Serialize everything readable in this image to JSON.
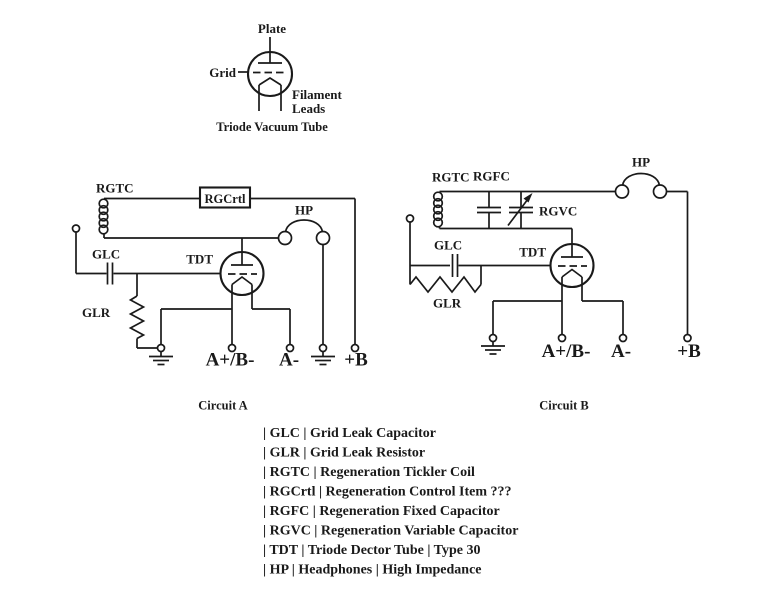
{
  "canvas": {
    "background_color": "#ffffff",
    "ink_color": "#1a1a1a"
  },
  "tube_diagram": {
    "plate_label": "Plate",
    "grid_label": "Grid",
    "filament_label_line1": "Filament",
    "filament_label_line2": "Leads",
    "caption": "Triode Vacuum Tube"
  },
  "circuit_a": {
    "caption": "Circuit A",
    "labels": {
      "rgtc": "RGTC",
      "rgcrtl": "RGCrtl",
      "hp": "HP",
      "glc": "GLC",
      "tdt": "TDT",
      "glr": "GLR",
      "term_a_plus_b_minus": "A+/B-",
      "term_a_minus": "A-",
      "term_plus_b": "+B"
    }
  },
  "circuit_b": {
    "caption": "Circuit B",
    "labels": {
      "rgtc": "RGTC",
      "rgfc": "RGFC",
      "rgvc": "RGVC",
      "hp": "HP",
      "glc": "GLC",
      "tdt": "TDT",
      "glr": "GLR",
      "term_a_plus_b_minus": "A+/B-",
      "term_a_minus": "A-",
      "term_plus_b": "+B"
    }
  },
  "legend": {
    "items": [
      "| GLC | Grid Leak Capacitor",
      "| GLR | Grid Leak Resistor",
      "| RGTC | Regeneration Tickler Coil",
      "| RGCrtl | Regeneration Control Item ???",
      "| RGFC | Regeneration Fixed Capacitor",
      "| RGVC | Regeneration Variable Capacitor",
      "| TDT | Triode Dector Tube | Type 30",
      "| HP | Headphones | High Impedance"
    ]
  }
}
